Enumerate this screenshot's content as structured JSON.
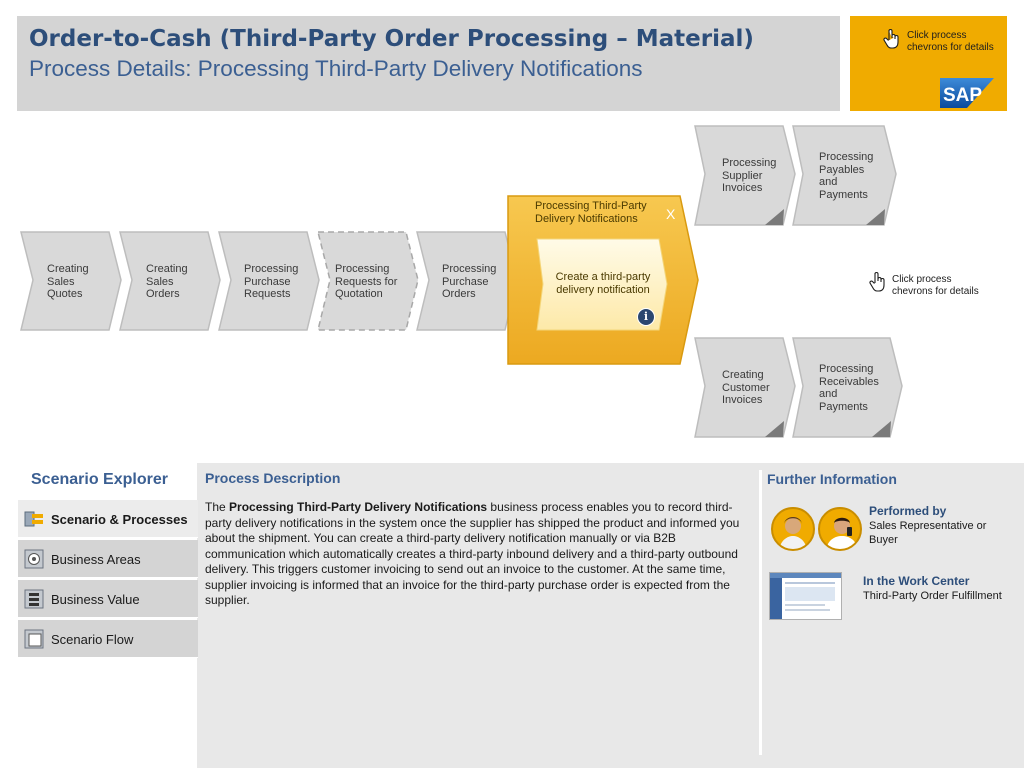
{
  "header": {
    "title": "Order-to-Cash (Third-Party Order Processing – Material)",
    "subtitle": "Process Details: Processing Third-Party Delivery Notifications"
  },
  "brand": {
    "hint_line1": "Click process",
    "hint_line2": "chevrons for details",
    "logo_text": "SAP",
    "color": "#f0ab00"
  },
  "flow": {
    "steps": [
      {
        "l1": "Creating",
        "l2": "Sales",
        "l3": "Quotes"
      },
      {
        "l1": "Creating",
        "l2": "Sales",
        "l3": "Orders"
      },
      {
        "l1": "Processing",
        "l2": "Purchase",
        "l3": "Requests"
      },
      {
        "l1": "Processing",
        "l2": "Requests for",
        "l3": "Quotation"
      },
      {
        "l1": "Processing",
        "l2": "Purchase",
        "l3": "Orders"
      }
    ],
    "active": {
      "title_l1": "Processing Third-Party",
      "title_l2": "Delivery Notifications",
      "close": "X",
      "inner_l1": "Create a third-party",
      "inner_l2": "delivery notification",
      "info": "i"
    },
    "top_branch": [
      {
        "l1": "Processing",
        "l2": "Supplier",
        "l3": "Invoices",
        "l4": ""
      },
      {
        "l1": "Processing",
        "l2": "Payables",
        "l3": "and",
        "l4": "Payments"
      }
    ],
    "bottom_branch": [
      {
        "l1": "Creating",
        "l2": "Customer",
        "l3": "Invoices",
        "l4": ""
      },
      {
        "l1": "Processing",
        "l2": "Receivables",
        "l3": "and",
        "l4": "Payments"
      }
    ],
    "hint_line1": "Click process",
    "hint_line2": "chevrons for details"
  },
  "explorer": {
    "title": "Scenario Explorer",
    "items": [
      {
        "label": "Scenario & Processes",
        "icon": "scenario-icon"
      },
      {
        "label": "Business Areas",
        "icon": "business-areas-icon"
      },
      {
        "label": "Business Value",
        "icon": "business-value-icon"
      },
      {
        "label": "Scenario Flow",
        "icon": "scenario-flow-icon"
      }
    ]
  },
  "description": {
    "title": "Process Description",
    "intro": "The ",
    "bold": "Processing Third-Party Delivery Notifications",
    "body": " business process enables you to record third-party delivery notifications in the system once the supplier has shipped the product and informed you about the shipment. You can create a third-party delivery notification manually or via B2B communication which automatically creates a third-party inbound delivery and a third-party outbound delivery. This triggers customer invoicing to send out an invoice to the customer. At the same time, supplier invoicing is informed that an invoice for the third-party purchase order is expected from the supplier."
  },
  "further": {
    "title": "Further Information",
    "performed_label": "Performed by",
    "performed_value": "Sales Representative or Buyer",
    "workcenter_label": "In the Work Center",
    "workcenter_value": "Third-Party Order Fulfillment"
  }
}
